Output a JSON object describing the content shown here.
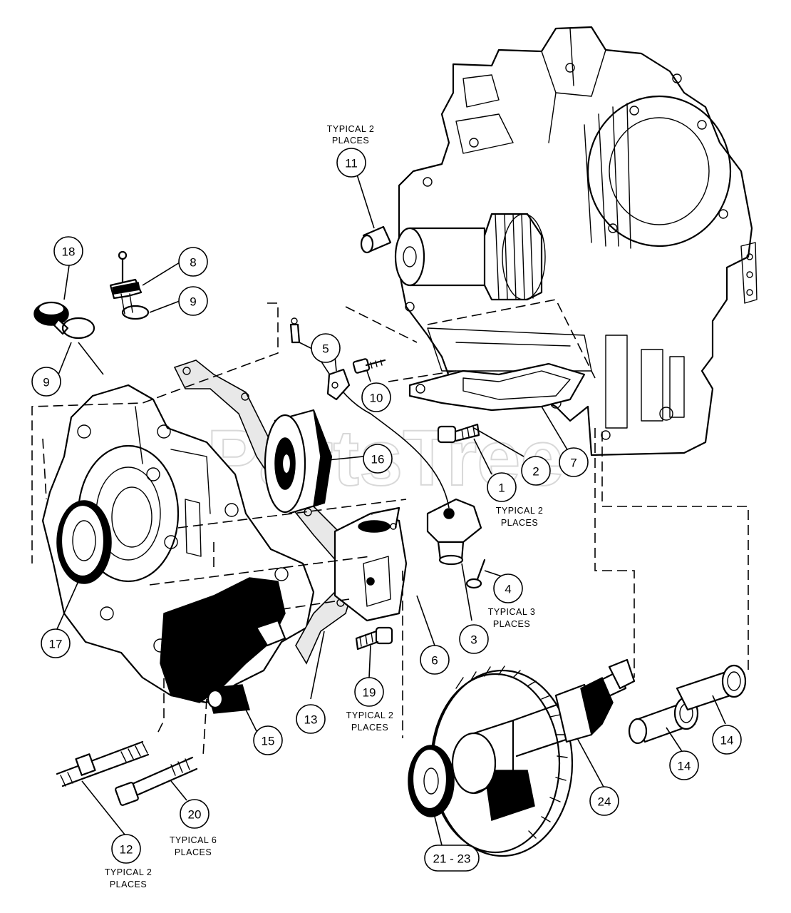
{
  "watermark": "PartsTree",
  "callouts": [
    {
      "id": "c1",
      "label": "1"
    },
    {
      "id": "c2",
      "label": "2"
    },
    {
      "id": "c3",
      "label": "3"
    },
    {
      "id": "c4",
      "label": "4"
    },
    {
      "id": "c5",
      "label": "5"
    },
    {
      "id": "c6",
      "label": "6"
    },
    {
      "id": "c7",
      "label": "7"
    },
    {
      "id": "c8",
      "label": "8"
    },
    {
      "id": "c9a",
      "label": "9"
    },
    {
      "id": "c9b",
      "label": "9"
    },
    {
      "id": "c10",
      "label": "10"
    },
    {
      "id": "c11",
      "label": "11"
    },
    {
      "id": "c12",
      "label": "12"
    },
    {
      "id": "c13",
      "label": "13"
    },
    {
      "id": "c14a",
      "label": "14"
    },
    {
      "id": "c14b",
      "label": "14"
    },
    {
      "id": "c15",
      "label": "15"
    },
    {
      "id": "c16",
      "label": "16"
    },
    {
      "id": "c17",
      "label": "17"
    },
    {
      "id": "c18",
      "label": "18"
    },
    {
      "id": "c19",
      "label": "19"
    },
    {
      "id": "c20",
      "label": "20"
    },
    {
      "id": "c2123",
      "label": "21 - 23"
    },
    {
      "id": "c24",
      "label": "24"
    }
  ],
  "notes": {
    "n11": {
      "line1": "TYPICAL 2",
      "line2": "PLACES"
    },
    "n1": {
      "line1": "TYPICAL 2",
      "line2": "PLACES"
    },
    "n4": {
      "line1": "TYPICAL 3",
      "line2": "PLACES"
    },
    "n19": {
      "line1": "TYPICAL 2",
      "line2": "PLACES"
    },
    "n20": {
      "line1": "TYPICAL 6",
      "line2": "PLACES"
    },
    "n12": {
      "line1": "TYPICAL 2",
      "line2": "PLACES"
    }
  }
}
